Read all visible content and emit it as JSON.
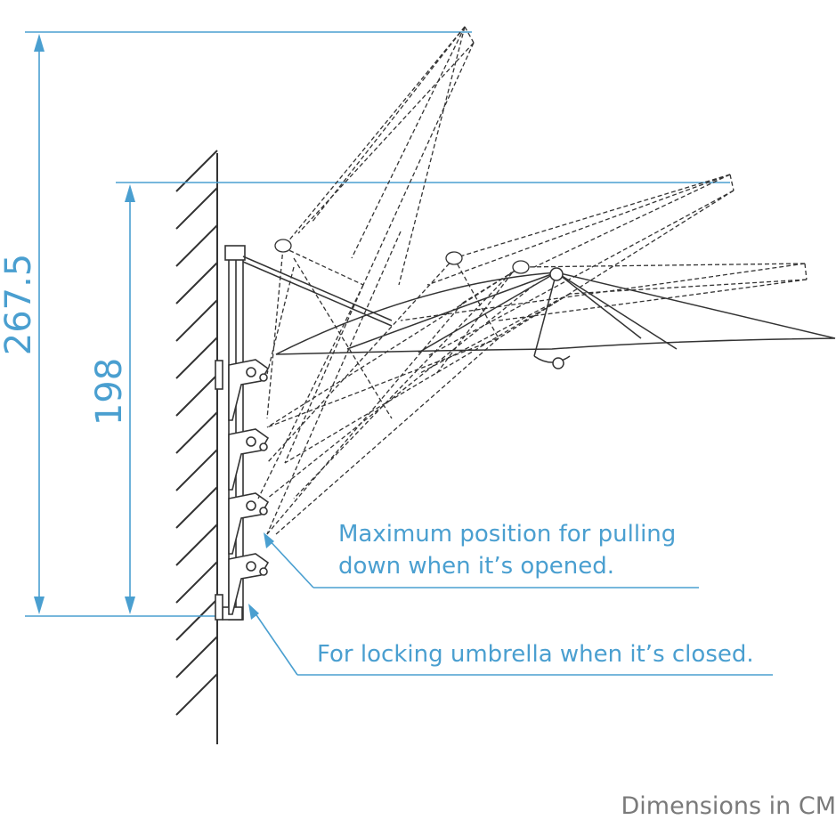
{
  "diagram": {
    "dimensions": {
      "total_height": "267.5",
      "handle_height": "198"
    },
    "annotations": {
      "max_pull_line1": "Maximum position for pulling",
      "max_pull_line2": "down when it’s opened.",
      "lock_closed": "For locking umbrella when it’s closed."
    },
    "footer": "Dimensions in CM",
    "colors": {
      "dimension": "#4a9fd0",
      "line_art": "#333333",
      "footer": "#7a7a7a"
    }
  }
}
